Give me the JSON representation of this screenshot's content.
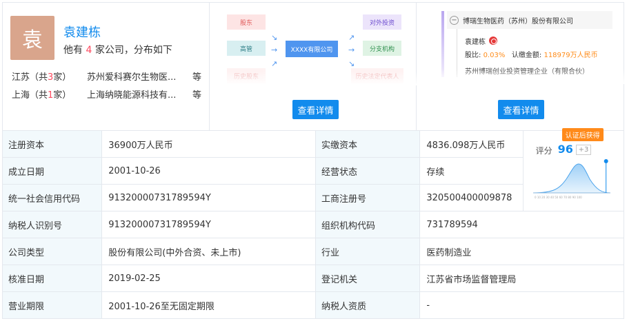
{
  "person": {
    "avatar_char": "袁",
    "name": "袁建栋",
    "summary_pre": "他有",
    "summary_count": "4",
    "summary_post": "家公司，分布如下",
    "regions": [
      {
        "prefix": "江苏（共",
        "count": "3",
        "suffix": "家）",
        "company": "苏州爱科赛尔生物医...",
        "etc": "等"
      },
      {
        "prefix": "上海（共",
        "count": "1",
        "suffix": "家）",
        "company": "上海纳晓能源科技有...",
        "etc": "等"
      }
    ]
  },
  "diagram": {
    "left": [
      "股东",
      "高管",
      "历史股东"
    ],
    "center": "XXXX有限公司",
    "right": [
      "对外投资",
      "分支机构",
      "历史法定代表人"
    ],
    "button": "查看详情"
  },
  "equity": {
    "company": "博瑞生物医药（苏州）股份有限公司",
    "shareholder": "袁建栋",
    "ratio_label": "股比:",
    "ratio": "0.03%",
    "amount_label": "认缴金额:",
    "amount": "118979万人民币",
    "next": "苏州博瑞创业投资管理企业（有限合伙）",
    "button": "查看详情"
  },
  "score": {
    "tag": "认证后获得",
    "label": "评分",
    "value": "96",
    "delta": "+3",
    "marker_fraction": 0.96
  },
  "table": [
    [
      "注册资本",
      "36900万人民币",
      "实缴资本",
      "4836.098万人民币"
    ],
    [
      "成立日期",
      "2001-10-26",
      "经营状态",
      "存续"
    ],
    [
      "统一社会信用代码",
      "91320000731789594Y",
      "工商注册号",
      "320500400009878"
    ],
    [
      "纳税人识别号",
      "91320000731789594Y",
      "组织机构代码",
      "731789594"
    ],
    [
      "公司类型",
      "股份有限公司(中外合资、未上市)",
      "行业",
      "医药制造业"
    ],
    [
      "核准日期",
      "2019-02-25",
      "登记机关",
      "江苏省市场监督管理局"
    ],
    [
      "营业期限",
      "2001-10-26至无固定期限",
      "纳税人资质",
      "-"
    ]
  ]
}
